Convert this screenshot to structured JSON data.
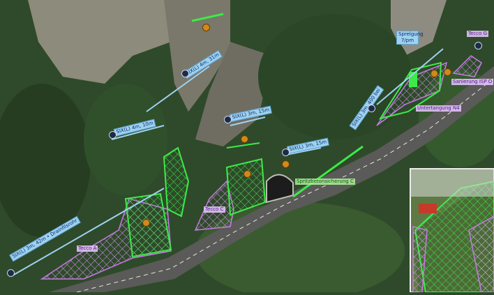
{
  "labels": {
    "blue": [
      {
        "text": "SIX(L) 3m, 42m • Drainfilsrohr"
      },
      {
        "text": "SIX(L) 4m, 10m"
      },
      {
        "text": "SIX(L) 4m, 31m"
      },
      {
        "text": "SIX(L) 3m, 15m"
      },
      {
        "text": "SIX(L) 3m, 15m"
      },
      {
        "text": "SIX(L) 3m, 400 bei"
      },
      {
        "text": "Sprelgung 7/pm"
      }
    ],
    "purple": [
      {
        "text": "Tecco A"
      },
      {
        "text": "Tecco C"
      },
      {
        "text": "Tecco G"
      },
      {
        "text": "Sanierung ISP O"
      },
      {
        "text": "Untertangung N4"
      }
    ],
    "green": [
      {
        "text": "Spritzbetonsicherung C"
      }
    ]
  },
  "colors": {
    "forest": "#2f4a2a",
    "rock": "#8a8a7a",
    "road": "#4a4a4a",
    "mesh_purple": "#c77ae6",
    "mesh_green": "#3dea4a",
    "anchor_blue": "#9fd2f0"
  }
}
